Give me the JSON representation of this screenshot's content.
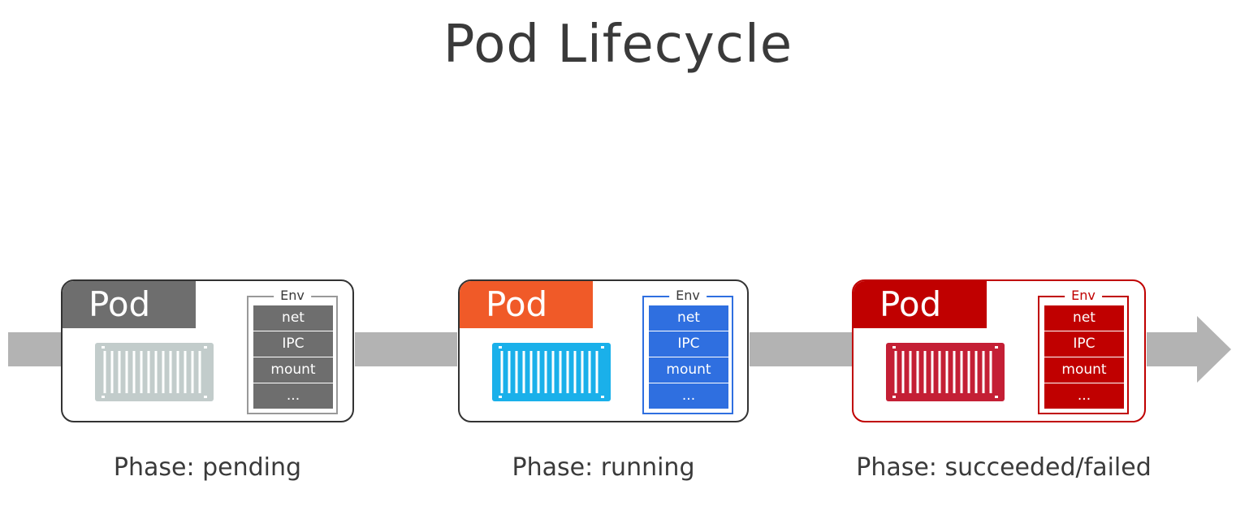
{
  "title": "Pod Lifecycle",
  "colors": {
    "arrow": "#b3b3b3",
    "pending": "#6e6e6e",
    "pending_container": "#c2cccb",
    "running_tab": "#f05a28",
    "running_env": "#2f6fe0",
    "running_container": "#1ab0ea",
    "failed": "#c00000",
    "failed_container": "#c41f35"
  },
  "pods": [
    {
      "label": "Pod",
      "env_label": "Env",
      "env_items": [
        "net",
        "IPC",
        "mount",
        "..."
      ],
      "phase": "Phase: pending",
      "icon": "shipping-container-icon"
    },
    {
      "label": "Pod",
      "env_label": "Env",
      "env_items": [
        "net",
        "IPC",
        "mount",
        "..."
      ],
      "phase": "Phase: running",
      "icon": "shipping-container-icon"
    },
    {
      "label": "Pod",
      "env_label": "Env",
      "env_items": [
        "net",
        "IPC",
        "mount",
        "..."
      ],
      "phase": "Phase: succeeded/failed",
      "icon": "shipping-container-icon"
    }
  ]
}
